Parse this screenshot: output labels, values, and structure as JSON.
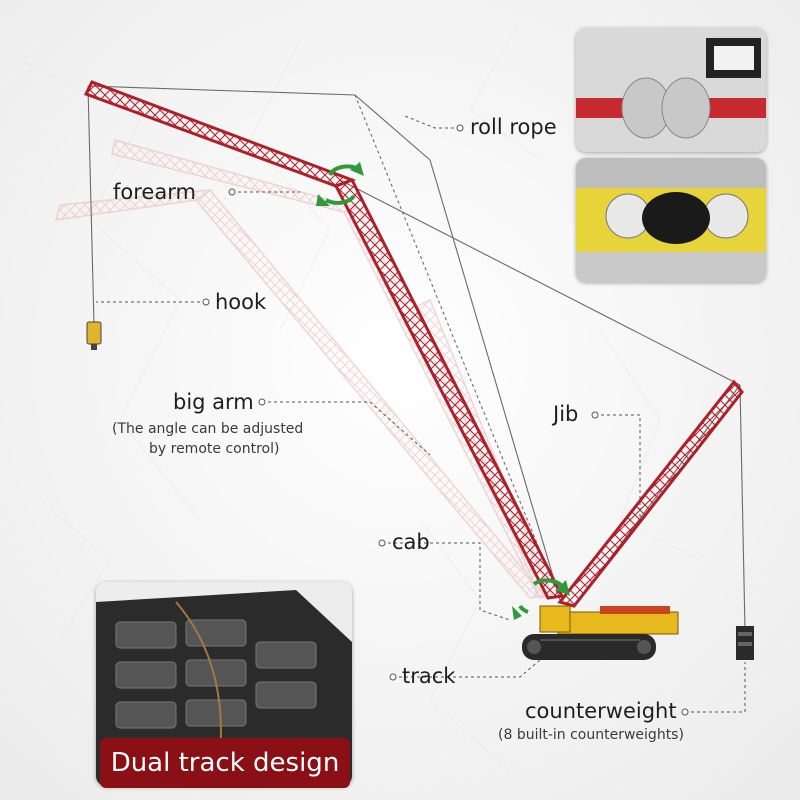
{
  "labels": {
    "roll_rope": "roll rope",
    "forearm": "forearm",
    "hook": "hook",
    "big_arm": "big arm",
    "big_arm_note_1": "(The angle can be adjusted",
    "big_arm_note_2": "by remote control)",
    "jib": "Jib",
    "cab": "cab",
    "track": "track",
    "counterweight": "counterweight",
    "counterweight_note": "(8 built-in counterweights)"
  },
  "badge": {
    "text": "Dual track design"
  },
  "colors": {
    "boom_red": "#b01e28",
    "ghost_red": "#e8aeb1",
    "rotate_arrow_green": "#2f9a3a",
    "body_yellow": "#e8b81f",
    "badge_bg": "#8b1015",
    "leader_line": "#555555"
  },
  "icons": {
    "rotate_arrows": "circular-rotate-arrows-icon",
    "leader_dot": "leader-dot-icon"
  }
}
